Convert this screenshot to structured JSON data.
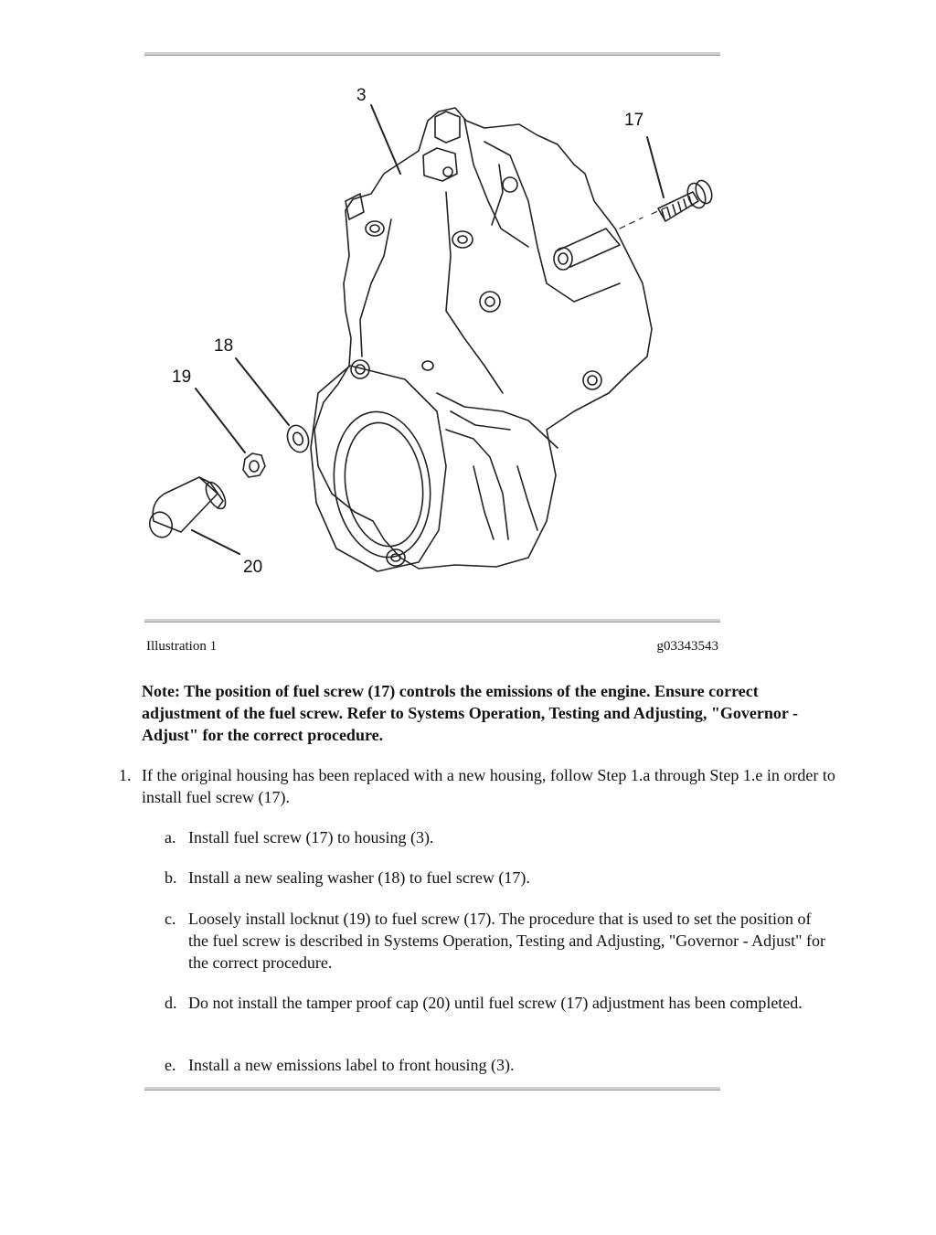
{
  "figure": {
    "callouts": [
      "3",
      "17",
      "18",
      "19",
      "20"
    ]
  },
  "caption": {
    "label": "Illustration 1",
    "code": "g03343543"
  },
  "note": "Note: The position of fuel screw (17) controls the emissions of the engine. Ensure correct adjustment of the fuel screw. Refer to Systems Operation, Testing and Adjusting, \"Governor - Adjust\" for the correct procedure.",
  "steps": [
    {
      "number": "1.",
      "text": "If the original housing has been replaced with a new housing, follow Step 1.a through Step 1.e in order to install fuel screw (17).",
      "substeps": [
        {
          "letter": "a.",
          "text": "Install fuel screw (17) to housing (3)."
        },
        {
          "letter": "b.",
          "text": "Install a new sealing washer (18) to fuel screw (17)."
        },
        {
          "letter": "c.",
          "text": "Loosely install locknut (19) to fuel screw (17). The procedure that is used to set the position of the fuel screw is described in Systems Operation, Testing and Adjusting, \"Governor - Adjust\" for the correct procedure."
        },
        {
          "letter": "d.",
          "text": "Do not install the tamper proof cap (20) until fuel screw (17) adjustment has been completed."
        },
        {
          "letter": "e.",
          "text": "Install a new emissions label to front housing (3)."
        }
      ]
    }
  ]
}
